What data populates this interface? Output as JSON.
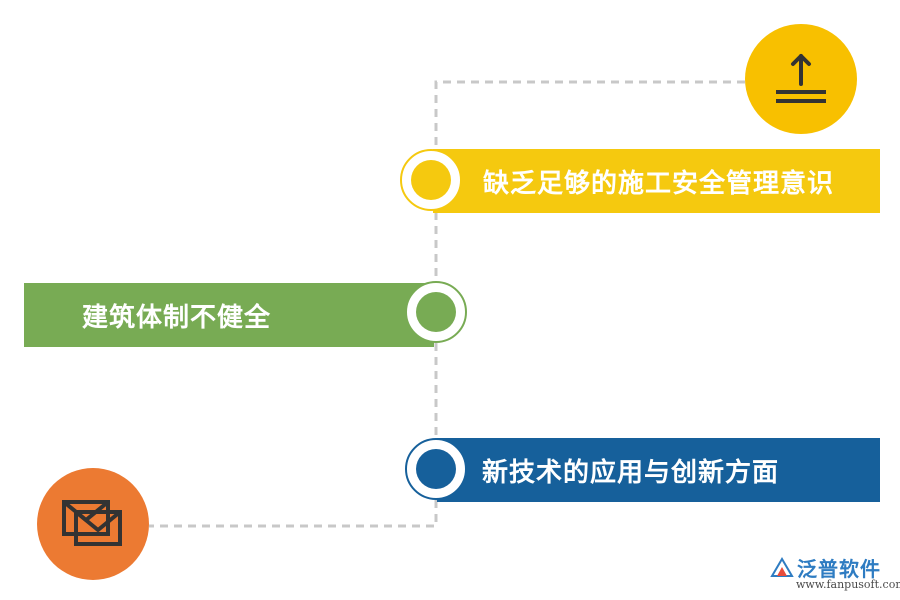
{
  "items": [
    {
      "label": "缺乏足够的施工安全管理意识",
      "color": "#F5C90F"
    },
    {
      "label": "建筑体制不健全",
      "color": "#78AB54"
    },
    {
      "label": "新技术的应用与创新方面",
      "color": "#16609B"
    }
  ],
  "top_circle": {
    "icon": "upload-icon",
    "color": "#F8C000"
  },
  "bottom_circle": {
    "icon": "mail-icon",
    "color": "#EC7A32"
  },
  "connector_color": "#C8C8C8",
  "logo": {
    "name": "泛普软件",
    "url": "www.fanpusoft.com",
    "color": "#2E7CC2"
  }
}
